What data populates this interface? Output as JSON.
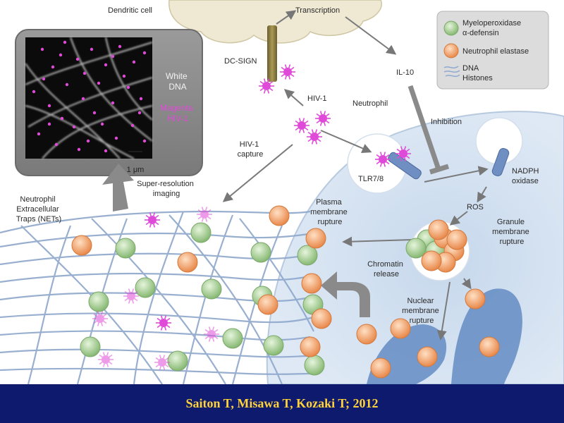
{
  "labels": {
    "dendritic_cell": "Dendritic cell",
    "transcription": "Transcription",
    "dc_sign": "DC-SIGN",
    "il10": "IL-10",
    "hiv1": "HIV-1",
    "neutrophil": "Neutrophil",
    "inhibition": "Inhibition",
    "hiv1_capture": [
      "HIV-1",
      "capture"
    ],
    "tlr": "TLR7/8",
    "nadph": [
      "NADPH",
      "oxidase"
    ],
    "ros": "ROS",
    "super_res": [
      "Super-resolution",
      "imaging"
    ],
    "nets": [
      "Neutrophil",
      "Extracellular",
      "Traps (NETs)"
    ],
    "plasma": [
      "Plasma",
      "membrane",
      "rupture"
    ],
    "granule": [
      "Granule",
      "membrane",
      "rupture"
    ],
    "chromatin": [
      "Chromatin",
      "release"
    ],
    "nuclear": [
      "Nuclear",
      "membrane",
      "rupture"
    ]
  },
  "micrograph": {
    "white_label": [
      "White",
      "DNA"
    ],
    "magenta_label": [
      "Magenta",
      "HIV-1"
    ],
    "scale": "1 μm"
  },
  "legend": {
    "items": [
      {
        "lines": [
          "Myeloperoxidase",
          "α-defensin"
        ],
        "color": "#9dcc8a"
      },
      {
        "lines": [
          "Neutrophil elastase"
        ],
        "color": "#f4a46a"
      },
      {
        "lines": [
          "DNA",
          "Histones"
        ],
        "color": "#8fa8cf"
      }
    ]
  },
  "colors": {
    "green_granule": "#9dcc8a",
    "orange_granule": "#f4a46a",
    "virus": "#e04ad8",
    "footer_bg": "#0d1a6e",
    "footer_text": "#ffd23a"
  },
  "footer": {
    "citation": "Saiton T, Misawa T, Kozaki T; 2012"
  }
}
